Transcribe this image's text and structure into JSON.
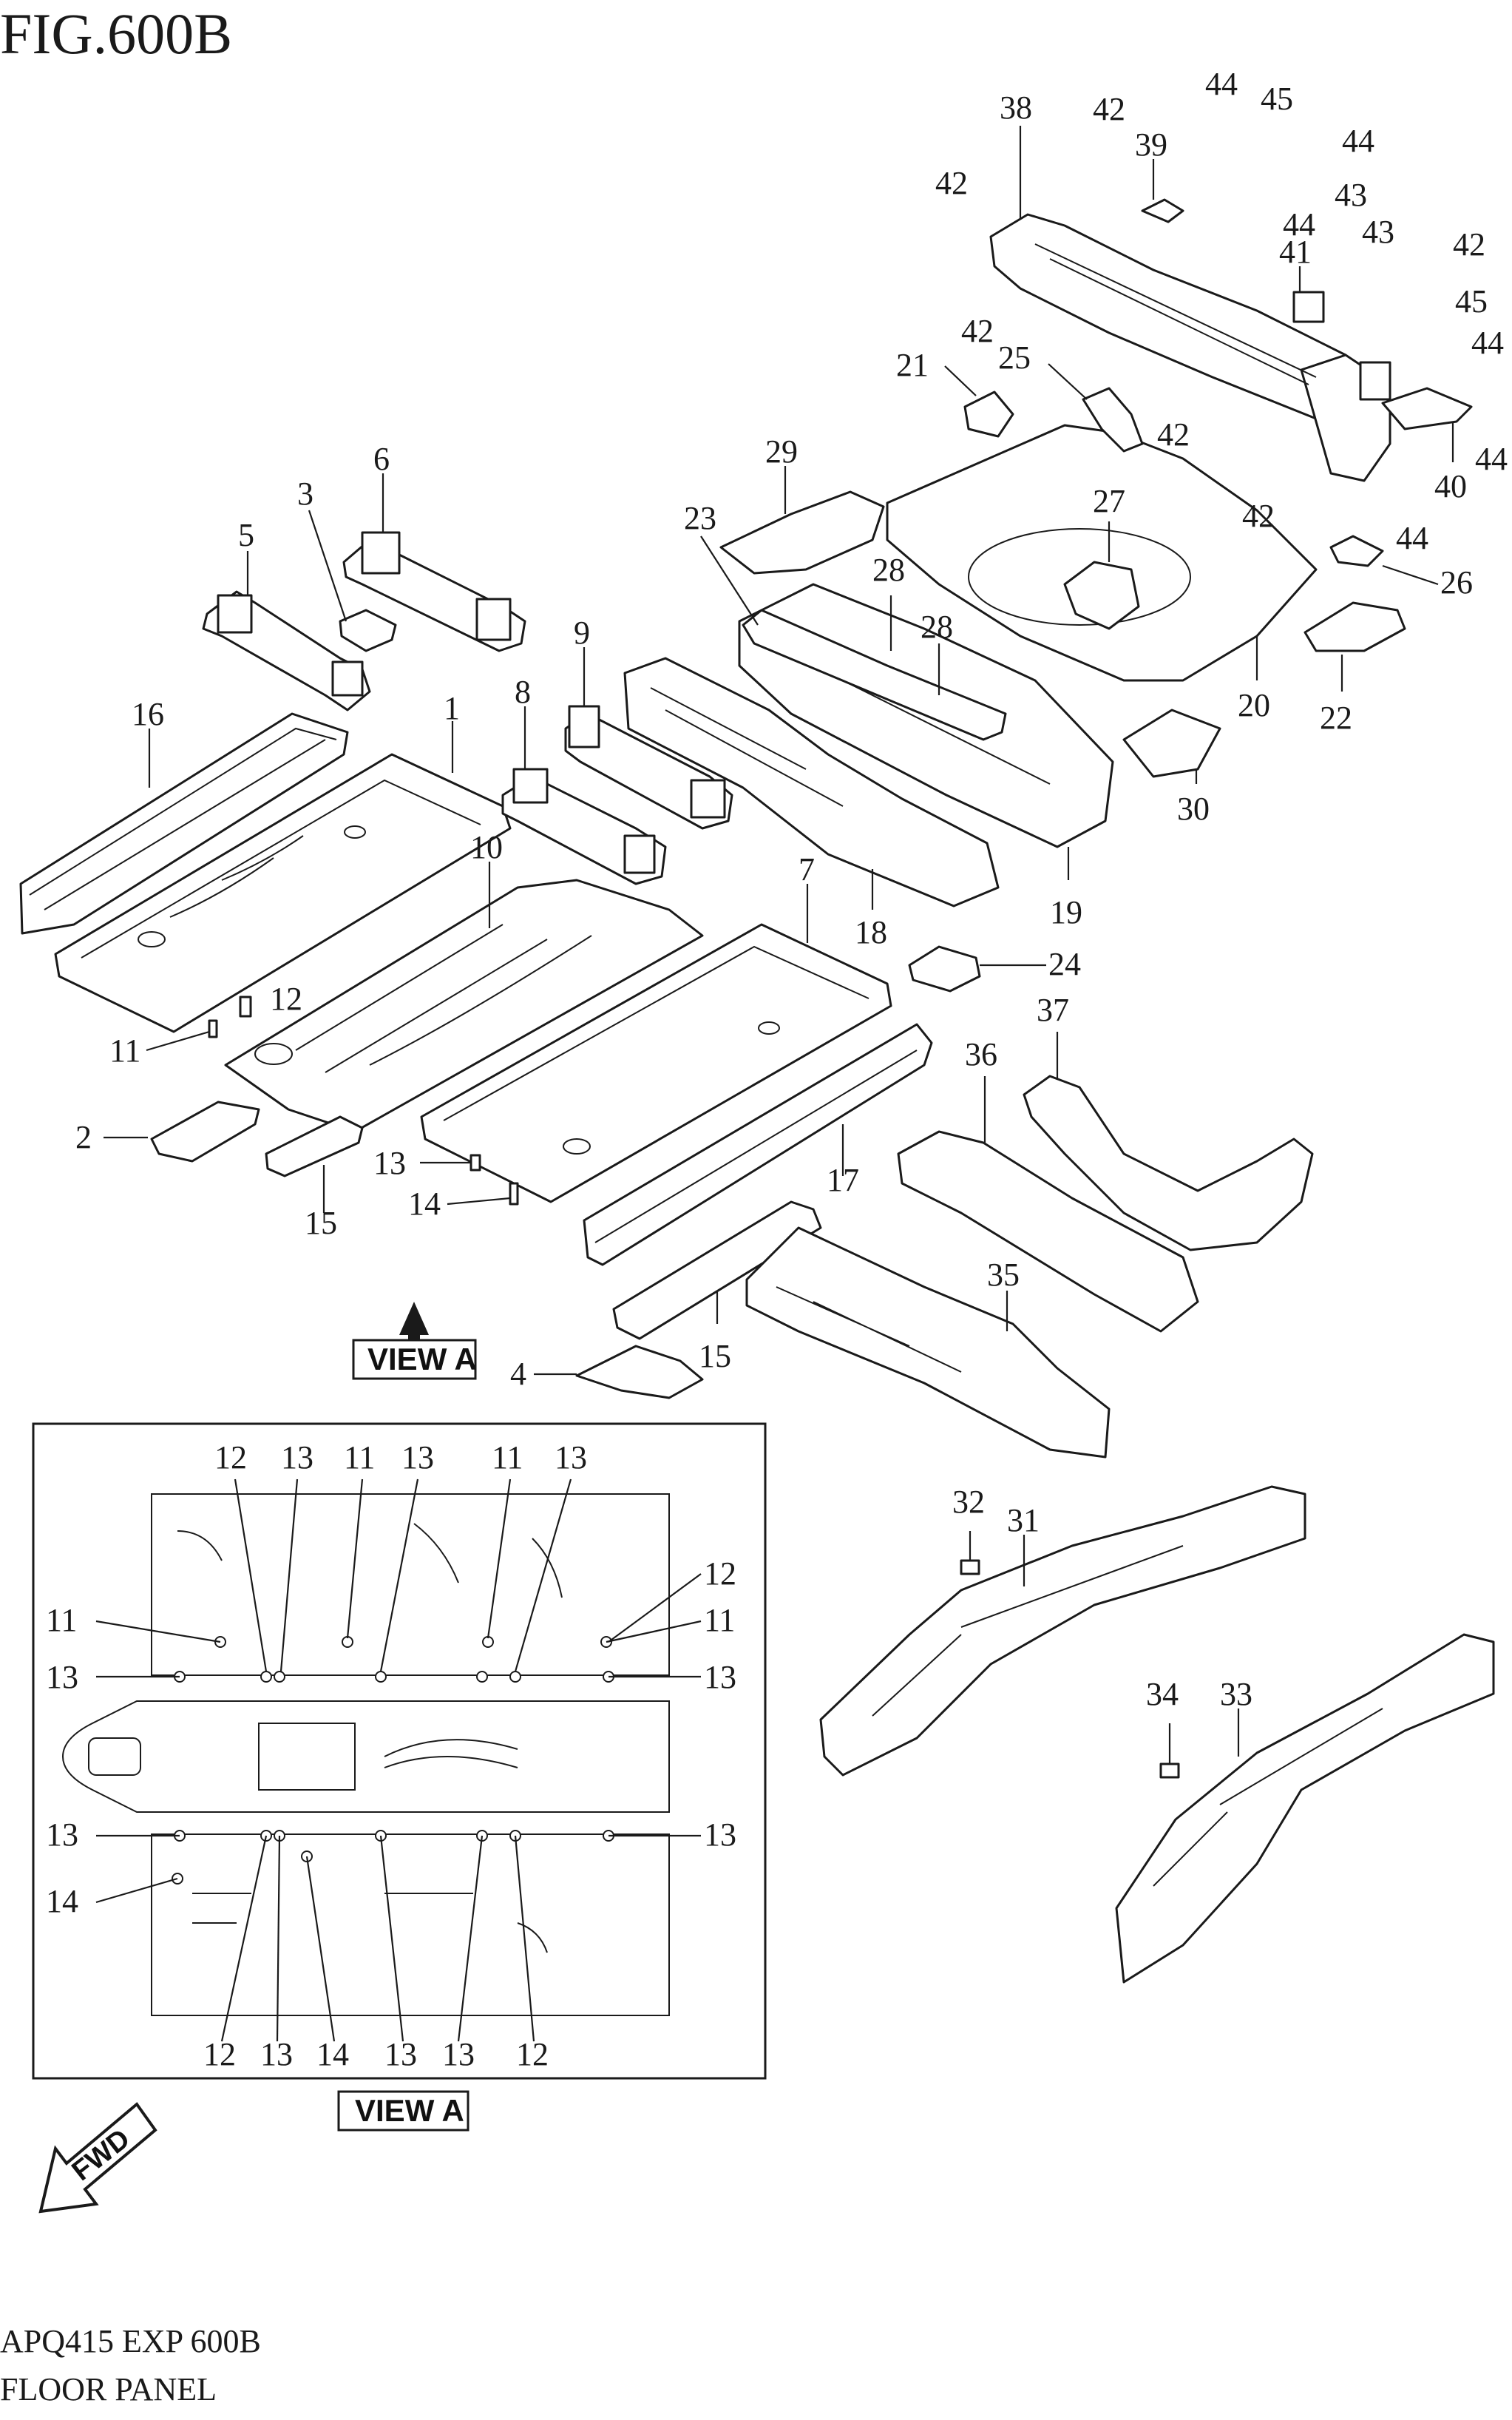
{
  "figure": {
    "title": "FIG.600B",
    "view_tag": "VIEW A",
    "fwd_label": "FWD",
    "catalog_code": "APQ415 EXP 600B",
    "section_name": "FLOOR PANEL"
  },
  "callouts": [
    "1",
    "2",
    "3",
    "4",
    "5",
    "6",
    "7",
    "8",
    "9",
    "10",
    "11",
    "12",
    "13",
    "14",
    "15",
    "16",
    "17",
    "18",
    "19",
    "20",
    "21",
    "22",
    "23",
    "24",
    "25",
    "26",
    "27",
    "28",
    "29",
    "30",
    "31",
    "32",
    "33",
    "34",
    "35",
    "36",
    "37",
    "38",
    "39",
    "40",
    "41",
    "42",
    "43",
    "44",
    "45"
  ],
  "view_a_callouts": {
    "top": [
      "12",
      "13",
      "11",
      "13",
      "11",
      "13"
    ],
    "bottom": [
      "12",
      "13",
      "14",
      "13",
      "13",
      "12"
    ],
    "left": [
      "11",
      "13",
      "13",
      "14"
    ],
    "right": [
      "12",
      "11",
      "13",
      "13"
    ]
  }
}
